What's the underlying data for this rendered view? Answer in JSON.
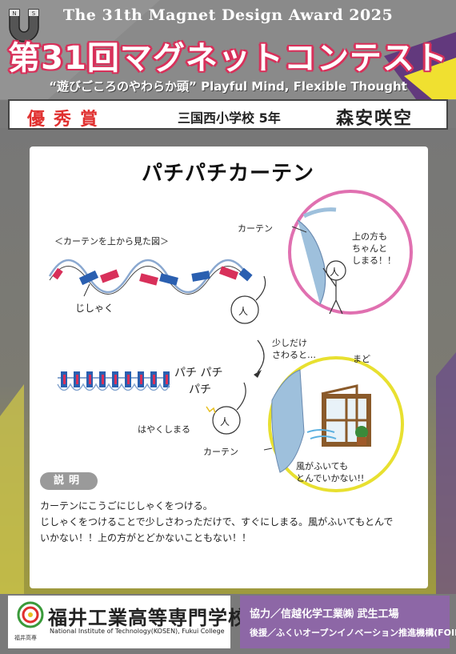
{
  "header": {
    "award_en": "The 31th Magnet Design Award 2025",
    "contest_ja": "第31回マグネットコンテスト",
    "theme": "“遊びごころのやわらか頭” Playful Mind, Flexible Thought"
  },
  "award_bar": {
    "award": "優秀賞",
    "school": "三国西小学校 5年",
    "name": "森安咲空"
  },
  "work": {
    "title": "パチパチカーテン",
    "labels": {
      "top_view": "＜カーテンを上から見た図＞",
      "magnet": "じしゃく",
      "person": "人",
      "curtain_top": "カーテン",
      "bubble_top_1": "上の方も",
      "bubble_top_2": "ちゃんと",
      "bubble_top_3": "しまる！！",
      "touch_1": "少しだけ",
      "touch_2": "さわると…",
      "pachi_1": "パチ パチ",
      "pachi_2": "パチ",
      "quick_close": "はやくしまる",
      "curtain_bottom": "カーテン",
      "window": "まど",
      "wind_1": "風がふいても",
      "wind_2": "とんでいかない!!"
    }
  },
  "description": {
    "label": "説明",
    "line1": "カーテンにこうごにじしゃくをつける。",
    "line2": "じしゃくをつけることで少しさわっただけで、すぐにしまる。風がふいてもとんで",
    "line3": "いかない！！上の方がとどかないこともない！！"
  },
  "footer": {
    "school_ja": "福井工業高等専門学校",
    "school_en": "National Institute of Technology(KOSEN), Fukui College",
    "logo_sub": "福井高専",
    "coop": "協力／信越化学工業㈱ 武生工場",
    "support": "後援／ふくいオープンイノベーション推進機構(FOIP)"
  },
  "colors": {
    "accent_red": "#e0302f",
    "magnet_blue": "#2a5fb0",
    "magnet_red": "#d8305a",
    "circle_pink": "#e070b0",
    "circle_yellow": "#e8e030",
    "footer_purple": "#8d67a6"
  }
}
